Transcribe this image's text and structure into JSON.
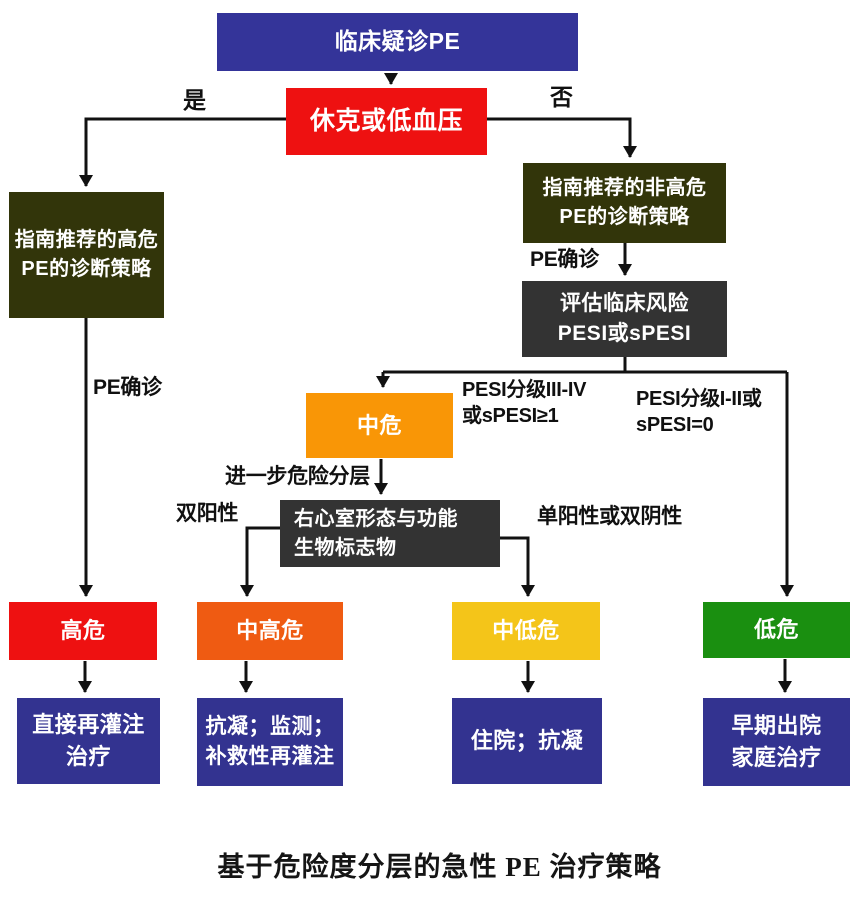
{
  "caption": "基于危险度分层的急性 PE 治疗策略",
  "colors": {
    "navy": "#343499",
    "red": "#EE1111",
    "olive": "#32350A",
    "dark_gray": "#333333",
    "orange": "#F99606",
    "deep_orange": "#EF5B12",
    "yellow": "#F4C519",
    "green": "#1A8F10",
    "outcome_navy": "#333390"
  },
  "nodes": {
    "suspected_pe": {
      "label": "临床疑诊PE"
    },
    "shock": {
      "label": "休克或低血压"
    },
    "high_risk_dx": {
      "line1": "指南推荐的高危",
      "line2": "PE的诊断策略"
    },
    "non_high_risk_dx": {
      "line1": "指南推荐的非高危",
      "line2": "PE的诊断策略"
    },
    "assess_risk": {
      "line1": "评估临床风险",
      "line2": "PESI或sPESI"
    },
    "intermediate_risk": {
      "label": "中危"
    },
    "rv_biomarkers": {
      "line1": "右心室形态与功能",
      "line2": "生物标志物"
    },
    "high_risk": {
      "label": "高危"
    },
    "intermediate_high_risk": {
      "label": "中高危"
    },
    "intermediate_low_risk": {
      "label": "中低危"
    },
    "low_risk": {
      "label": "低危"
    },
    "outcome_high": {
      "line1": "直接再灌注",
      "line2": "治疗"
    },
    "outcome_intermediate_high": {
      "line1": "抗凝；监测；",
      "line2": "补救性再灌注"
    },
    "outcome_intermediate_low": {
      "label": "住院；抗凝"
    },
    "outcome_low": {
      "line1": "早期出院",
      "line2": "家庭治疗"
    }
  },
  "edge_labels": {
    "yes": "是",
    "no": "否",
    "pe_confirmed_left": "PE确诊",
    "pe_confirmed_right": "PE确诊",
    "pesi_high_1": "PESI分级III-IV",
    "pesi_high_2": "或sPESI≥1",
    "pesi_low_1": "PESI分级I-II或",
    "pesi_low_2": "sPESI=0",
    "further_stratification": "进一步危险分层",
    "double_positive": "双阳性",
    "single_positive_or_double_negative": "单阳性或双阴性"
  }
}
